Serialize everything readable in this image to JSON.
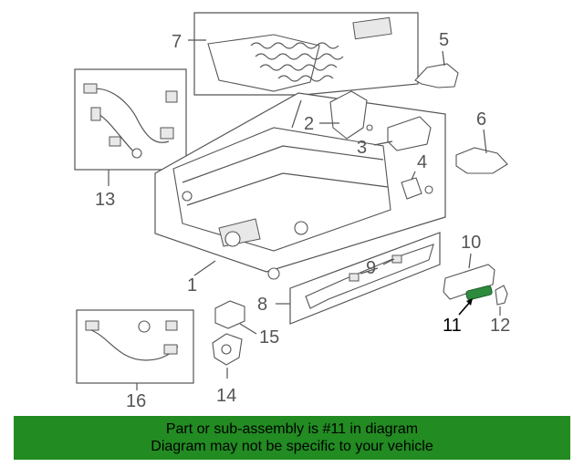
{
  "parts": [
    {
      "id": "1",
      "label": "1"
    },
    {
      "id": "2",
      "label": "2"
    },
    {
      "id": "3",
      "label": "3"
    },
    {
      "id": "4",
      "label": "4"
    },
    {
      "id": "5",
      "label": "5"
    },
    {
      "id": "6",
      "label": "6"
    },
    {
      "id": "7",
      "label": "7"
    },
    {
      "id": "8",
      "label": "8"
    },
    {
      "id": "9",
      "label": "9"
    },
    {
      "id": "10",
      "label": "10"
    },
    {
      "id": "11",
      "label": "11"
    },
    {
      "id": "12",
      "label": "12"
    },
    {
      "id": "13",
      "label": "13"
    },
    {
      "id": "14",
      "label": "14"
    },
    {
      "id": "15",
      "label": "15"
    },
    {
      "id": "16",
      "label": "16"
    }
  ],
  "highlighted_part": "11",
  "colors": {
    "banner_bg": "#228b22",
    "highlight_part": "#2e8b3e",
    "line": "#555555"
  },
  "banner": {
    "line1": "Part or sub-assembly is #11 in diagram",
    "line2": "Diagram may not be specific to your vehicle"
  }
}
